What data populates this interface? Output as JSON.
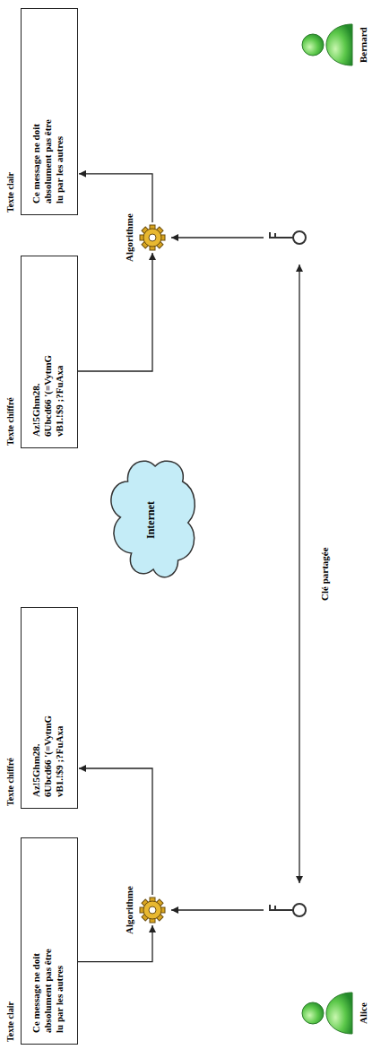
{
  "diagram": {
    "nodes": [
      {
        "text": [
          "Texte clair",
          "Ce message ne doit absolument pas être lu par les autres"
        ]
      },
      {
        "text": [
          "Algorithme"
        ]
      },
      {
        "text": [
          "Texte chiffré",
          "Az!5Ghm28. 6Ubcd66 '(=VytmG vB1.!$9 ;?FuAxa"
        ]
      },
      {
        "text": [
          "Internet"
        ]
      },
      {
        "text": [
          "Texte chiffré",
          "Az!5Ghm28. 6Ubcd66 '(=VytmG vB1.!$9 ;?FuAxa"
        ]
      },
      {
        "text": [
          "Algorithme"
        ]
      },
      {
        "text": [
          "Texte clair",
          "Ce message ne doit absolument pas être lu par les autres"
        ]
      }
    ],
    "edges": [
      {
        "from": 0,
        "to": 1,
        "arrow": "to"
      },
      {
        "from": 1,
        "to": 2,
        "arrow": "to"
      },
      {
        "from": 4,
        "to": 5,
        "arrow": "to"
      },
      {
        "from": 5,
        "to": 6,
        "arrow": "to"
      }
    ],
    "labels": [
      "Alice",
      "Bernard",
      "Clé partagée"
    ]
  }
}
